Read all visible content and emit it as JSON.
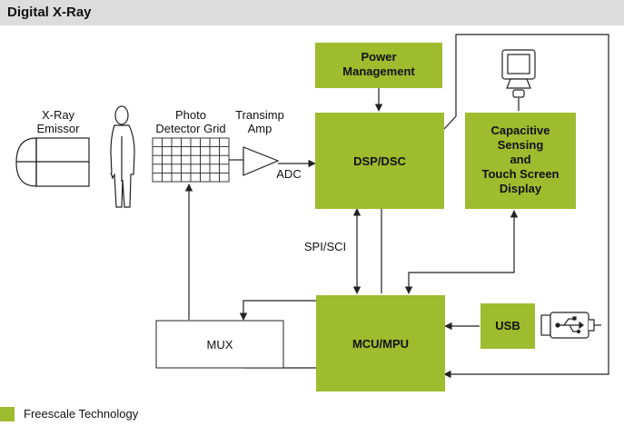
{
  "header": {
    "title": "Digital X-Ray"
  },
  "colors": {
    "freescale_green": "#9fbb2e",
    "header_bg": "#dcdcdc",
    "line": "#222222"
  },
  "labels": {
    "xray_line1": "X-Ray",
    "xray_line2": "Emissor",
    "photo_line1": "Photo",
    "photo_line2": "Detector Grid",
    "transimp_line1": "Transimp",
    "transimp_line2": "Amp",
    "adc": "ADC",
    "spi_sci": "SPI/SCI"
  },
  "blocks": {
    "power_line1": "Power",
    "power_line2": "Management",
    "dsp": "DSP/DSC",
    "cap_line1": "Capacitive",
    "cap_line2": "Sensing",
    "cap_line3": "and",
    "cap_line4": "Touch Screen",
    "cap_line5": "Display",
    "mcu": "MCU/MPU",
    "usb": "USB",
    "mux": "MUX"
  },
  "icons": [
    "xray-emitter-icon",
    "person-icon",
    "detector-grid-icon",
    "amplifier-icon",
    "monitor-icon",
    "usb-plug-icon"
  ],
  "legend": {
    "label": "Freescale Technology"
  }
}
